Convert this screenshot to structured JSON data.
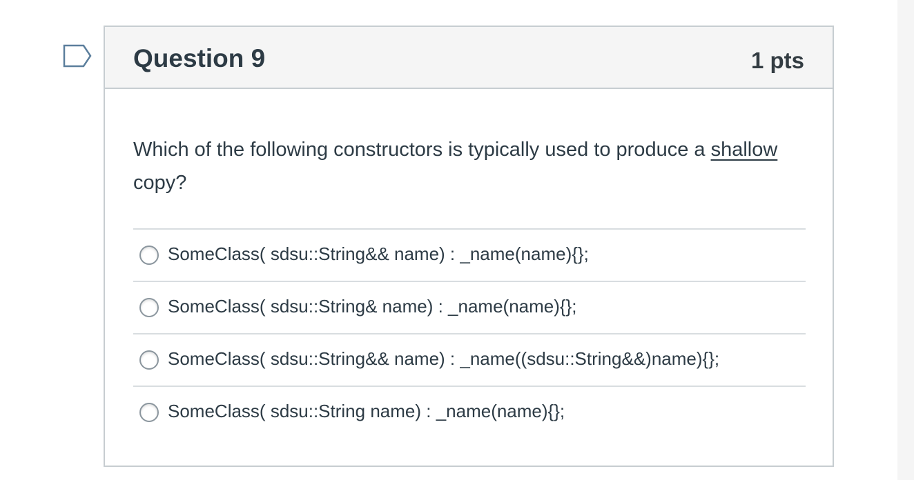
{
  "question": {
    "title": "Question 9",
    "points": "1 pts",
    "text_before": "Which of the following constructors is typically used to produce a ",
    "text_underlined": "shallow",
    "text_after": " copy?",
    "answers": [
      {
        "label": "SomeClass( sdsu::String&& name) : _name(name){};",
        "selected": false
      },
      {
        "label": "SomeClass( sdsu::String& name) : _name(name){};",
        "selected": false
      },
      {
        "label": "SomeClass( sdsu::String&& name) : _name((sdsu::String&&)name){};",
        "selected": false
      },
      {
        "label": "SomeClass( sdsu::String name) : _name(name){};",
        "selected": false
      }
    ]
  },
  "icons": {
    "flag": "bookmark-flag-icon"
  },
  "colors": {
    "header_bg": "#f5f5f5",
    "border": "#c7cdd1",
    "text": "#2d3b45",
    "flag_outline": "#5b7e9c"
  }
}
